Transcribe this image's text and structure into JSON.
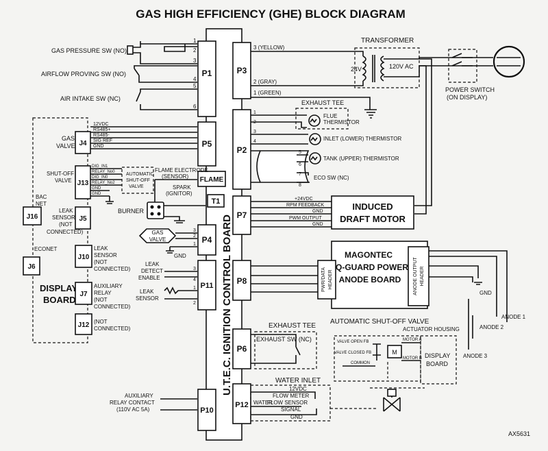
{
  "title": "GAS HIGH EFFICIENCY (GHE) BLOCK DIAGRAM",
  "board": {
    "label": "U.T.E.C. IGNITION CONTROL BOARD"
  },
  "headers": {
    "p1": "P1",
    "p2": "P2",
    "p3": "P3",
    "p4": "P4",
    "p5": "P5",
    "p6": "P6",
    "p7": "P7",
    "p8": "P8",
    "p10": "P10",
    "p11": "P11",
    "p12": "P12",
    "flame": "FLAME",
    "t1": "T1"
  },
  "pins": [
    "1",
    "2",
    "3",
    "4",
    "5",
    "6",
    "7",
    "8"
  ],
  "left_switches": {
    "gas_pressure": "GAS PRESSURE SW (NO)",
    "airflow": "AIRFLOW PROVING SW (NO)",
    "air_intake": "AIR INTAKE SW (NC)"
  },
  "p3_wires": {
    "yellow": "3 (YELLOW)",
    "gray": "2 (GRAY)",
    "green": "1 (GREEN)"
  },
  "transformer": {
    "label": "TRANSFORMER",
    "secondary": "24V",
    "primary": "120V AC"
  },
  "power_switch": {
    "line1": "POWER SWITCH",
    "line2": "(ON DISPLAY)"
  },
  "exhaust_tee_top": "EXHAUST TEE",
  "thermistors": {
    "flue1": "FLUE",
    "flue2": "THERMISTOR",
    "inlet": "INLET (LOWER) THERMISTOR",
    "tank": "TANK (UPPER) THERMISTOR",
    "eco": "ECO SW (NC)"
  },
  "gas_valve_j4": {
    "label1": "GAS",
    "label2": "VALVE",
    "connector": "J4",
    "wires": [
      "12VDC",
      "RS485+",
      "RS485-",
      "SIG REF",
      "GND"
    ]
  },
  "shutoff_j13": {
    "label1": "SHUT-OFF",
    "label2": "VALVE",
    "connector": "J13",
    "wires": [
      "DIG_IN1",
      "RELAY_No0",
      "DIG_IN0",
      "RELAY_No2",
      "GND",
      "GND"
    ],
    "asv1": "AUTOMATIC",
    "asv2": "SHUT-OFF",
    "asv3": "VALVE"
  },
  "flame_electrode": {
    "line1": "FLAME ELECTRODE",
    "line2": "(SENSOR)"
  },
  "spark": {
    "line1": "SPARK",
    "line2": "(IGNITOR)"
  },
  "burner": "BURNER",
  "display_connectors": {
    "bacnet1": "BAC",
    "bacnet2": "NET",
    "j16": "J16",
    "leak1": "LEAK",
    "leak2": "SENSOR",
    "leak3": "(NOT",
    "leak4": "CONNECTED)",
    "j5": "J5",
    "econet": "ECONET",
    "j6": "J6",
    "j10": "J10",
    "j10a": "LEAK",
    "j10b": "SENSOR",
    "j10c": "(NOT",
    "j10d": "CONNECTED)",
    "j7": "J7",
    "j7a": "AUXILIARY",
    "j7b": "RELAY",
    "j7c": "(NOT",
    "j7d": "CONNECTED)",
    "j12": "J12",
    "j12a": "(NOT",
    "j12b": "CONNECTED)",
    "display1": "DISPLAY",
    "display2": "BOARD"
  },
  "p4_gas_valve": {
    "line1": "GAS",
    "line2": "VALVE",
    "gnd": "GND"
  },
  "p11": {
    "leak1": "LEAK",
    "leak2": "DETECT",
    "leak3": "ENABLE",
    "sensor1": "LEAK",
    "sensor2": "SENSOR"
  },
  "p10": {
    "line1": "AUXILIARY",
    "line2": "RELAY CONTACT",
    "line3": "(110V AC 5A)"
  },
  "p7_wires": [
    "+24VDC",
    "RPM FEEDBACK",
    "GND",
    "PWM OUTPUT",
    "GND"
  ],
  "induced_draft": {
    "line1": "INDUCED",
    "line2": "DRAFT MOTOR"
  },
  "anode_board": {
    "line1": "MAGONTEC",
    "line2": "Q-GUARD POWER",
    "line3": "ANODE BOARD",
    "pwr1": "PWR/DATA",
    "pwr2": "HEADER",
    "out1": "ANODE OUTPUT",
    "out2": "HEADER",
    "gnd": "GND",
    "anode1": "ANODE 1",
    "anode2": "ANODE 2",
    "anode3": "ANODE 3"
  },
  "exhaust_tee_p6": {
    "title": "EXHAUST TEE",
    "sw": "EXHAUST SW (NC)"
  },
  "auto_shutoff": {
    "title": "AUTOMATIC SHUT-OFF VALVE",
    "housing": "ACTUATOR HOUSING",
    "open_fb": "VALVE OPEN FB",
    "closed_fb": "VALVE CLOSED FB",
    "common": "COMMON",
    "motor_a": "MOTOR A",
    "motor_b": "MOTOR B",
    "m": "M",
    "display1": "DISPLAY",
    "display2": "BOARD"
  },
  "water_inlet": {
    "title": "WATER INLET",
    "w12": "12VDC",
    "fm1": "FLOW METER",
    "fm2": "FLOW SENSOR",
    "signal": "SIGNAL",
    "gnd": "GND",
    "water": "WATER"
  },
  "part_number": "AX5631"
}
